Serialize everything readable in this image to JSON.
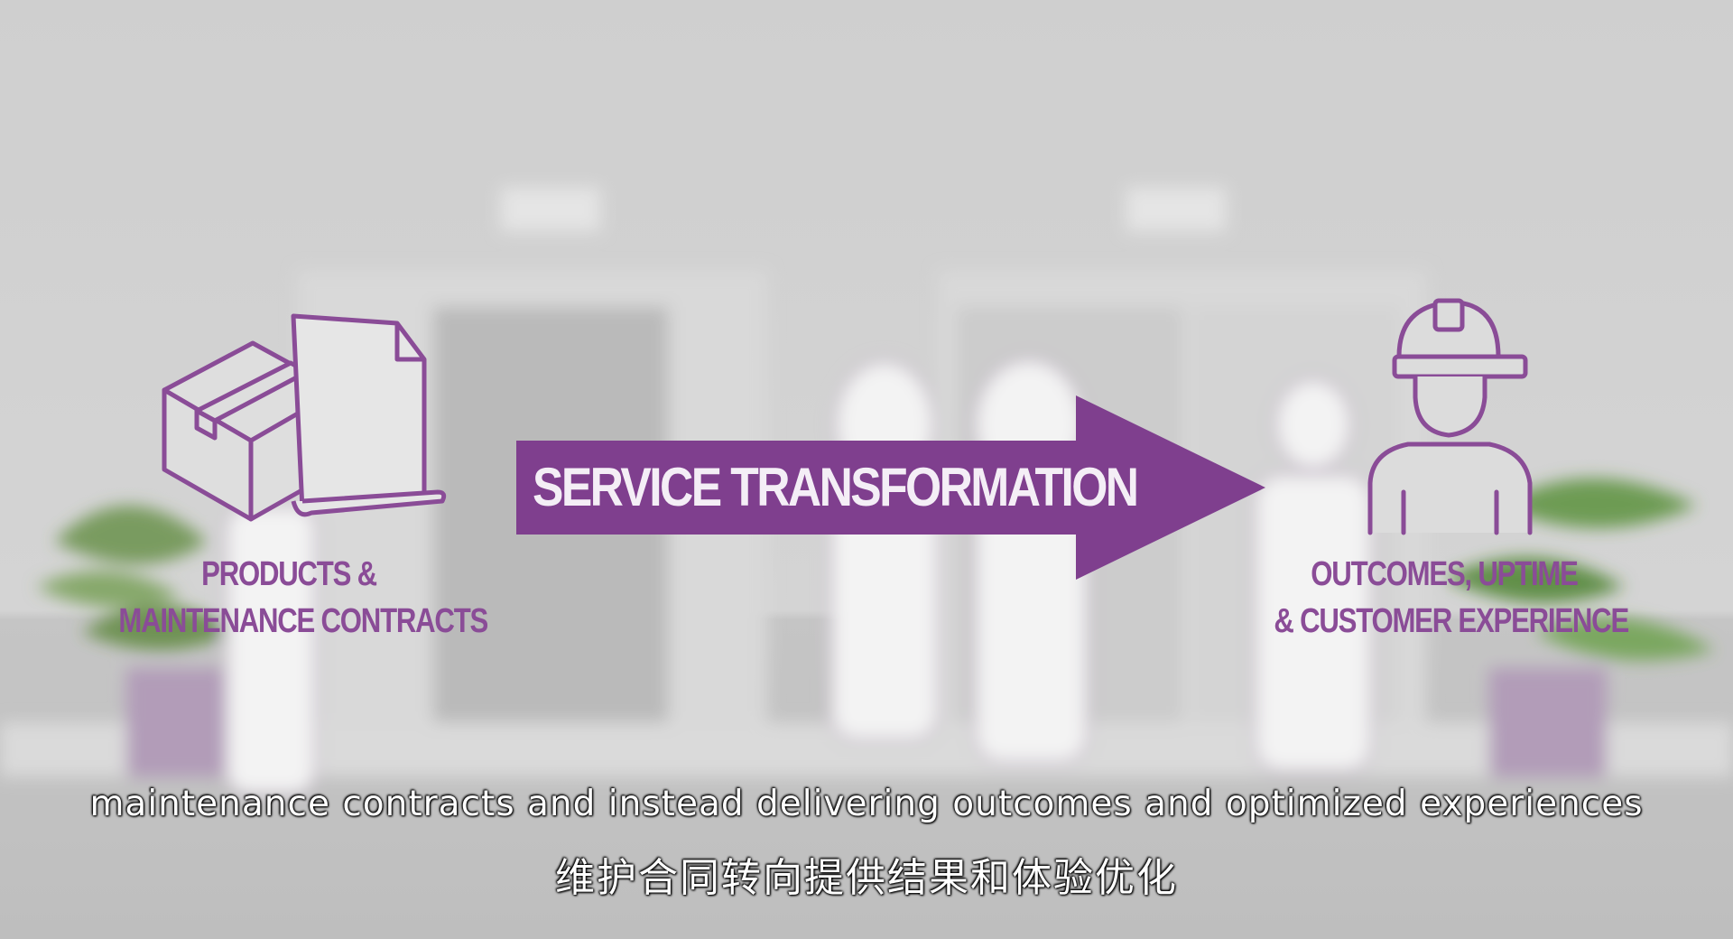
{
  "colors": {
    "purple": "#7f3f8e",
    "label": "#8a4c97",
    "icon_stroke": "#8a4c97",
    "background": "#d3d3d3",
    "subtitle_text": "#ffffff"
  },
  "left": {
    "icons": [
      "box-icon",
      "document-icon"
    ],
    "caption_line1": "PRODUCTS &",
    "caption_line2": "MAINTENANCE CONTRACTS"
  },
  "arrow": {
    "label": "SERVICE TRANSFORMATION"
  },
  "right": {
    "icons": [
      "worker-hard-hat-icon"
    ],
    "caption_line1": "OUTCOMES, UPTIME",
    "caption_line2": "& CUSTOMER EXPERIENCE"
  },
  "subtitles": {
    "english": "maintenance contracts and instead delivering outcomes and optimized experiences",
    "chinese": "维护合同转向提供结果和体验优化"
  }
}
